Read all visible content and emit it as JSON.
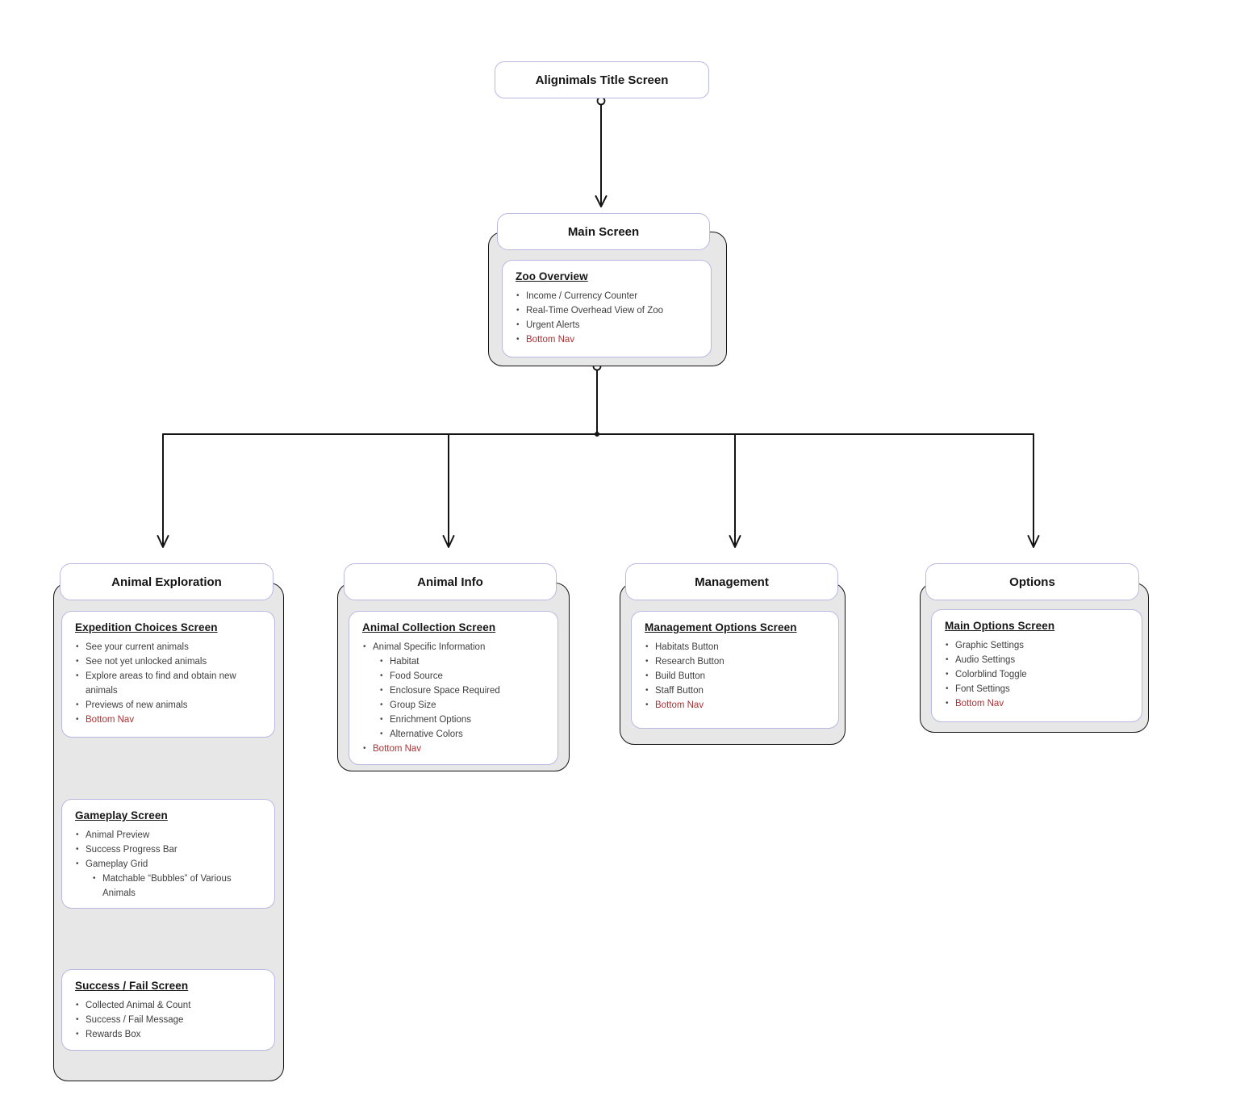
{
  "colors": {
    "accent_red": "#a93336",
    "node_border_purple": "#b9b8e3",
    "container_gray": "#e7e7e7",
    "connector_black": "#141414"
  },
  "root": {
    "title": "Alignimals Title Screen"
  },
  "main": {
    "title": "Main Screen",
    "card": {
      "heading": "Zoo Overview",
      "items": [
        {
          "text": "Income / Currency Counter",
          "level": 1
        },
        {
          "text": "Real-Time Overhead View of Zoo",
          "level": 1
        },
        {
          "text": "Urgent Alerts",
          "level": 1
        },
        {
          "text": "Bottom Nav",
          "level": 1,
          "accent": true
        }
      ]
    }
  },
  "groups": [
    {
      "title": "Animal Exploration",
      "cards": [
        {
          "heading": "Expedition Choices Screen",
          "items": [
            {
              "text": "See your current animals",
              "level": 1
            },
            {
              "text": "See not yet unlocked animals",
              "level": 1
            },
            {
              "text": "Explore areas to find and obtain new animals",
              "level": 1
            },
            {
              "text": "Previews of new animals",
              "level": 1
            },
            {
              "text": "Bottom Nav",
              "level": 1,
              "accent": true
            }
          ]
        },
        {
          "heading": "Gameplay Screen",
          "items": [
            {
              "text": "Animal Preview",
              "level": 1
            },
            {
              "text": "Success Progress Bar",
              "level": 1
            },
            {
              "text": "Gameplay Grid",
              "level": 1
            },
            {
              "text": "Matchable “Bubbles” of Various Animals",
              "level": 2
            }
          ]
        },
        {
          "heading": "Success / Fail Screen",
          "items": [
            {
              "text": "Collected Animal & Count",
              "level": 1
            },
            {
              "text": "Success / Fail Message",
              "level": 1
            },
            {
              "text": "Rewards Box",
              "level": 1
            }
          ]
        }
      ]
    },
    {
      "title": "Animal Info",
      "cards": [
        {
          "heading": "Animal Collection Screen",
          "items": [
            {
              "text": "Animal Specific Information",
              "level": 1
            },
            {
              "text": "Habitat",
              "level": 2
            },
            {
              "text": "Food Source",
              "level": 2
            },
            {
              "text": "Enclosure Space Required",
              "level": 2
            },
            {
              "text": "Group Size",
              "level": 2
            },
            {
              "text": "Enrichment Options",
              "level": 2
            },
            {
              "text": "Alternative Colors",
              "level": 2
            },
            {
              "text": "Bottom Nav",
              "level": 1,
              "accent": true
            }
          ]
        }
      ]
    },
    {
      "title": "Management",
      "cards": [
        {
          "heading": "Management Options Screen",
          "items": [
            {
              "text": "Habitats Button",
              "level": 1
            },
            {
              "text": "Research Button",
              "level": 1
            },
            {
              "text": "Build Button",
              "level": 1
            },
            {
              "text": "Staff Button",
              "level": 1
            },
            {
              "text": "Bottom Nav",
              "level": 1,
              "accent": true
            }
          ]
        }
      ]
    },
    {
      "title": "Options",
      "cards": [
        {
          "heading": "Main Options Screen",
          "items": [
            {
              "text": "Graphic Settings",
              "level": 1
            },
            {
              "text": "Audio Settings",
              "level": 1
            },
            {
              "text": "Colorblind Toggle",
              "level": 1
            },
            {
              "text": "Font Settings",
              "level": 1
            },
            {
              "text": "Bottom Nav",
              "level": 1,
              "accent": true
            }
          ]
        }
      ]
    }
  ]
}
